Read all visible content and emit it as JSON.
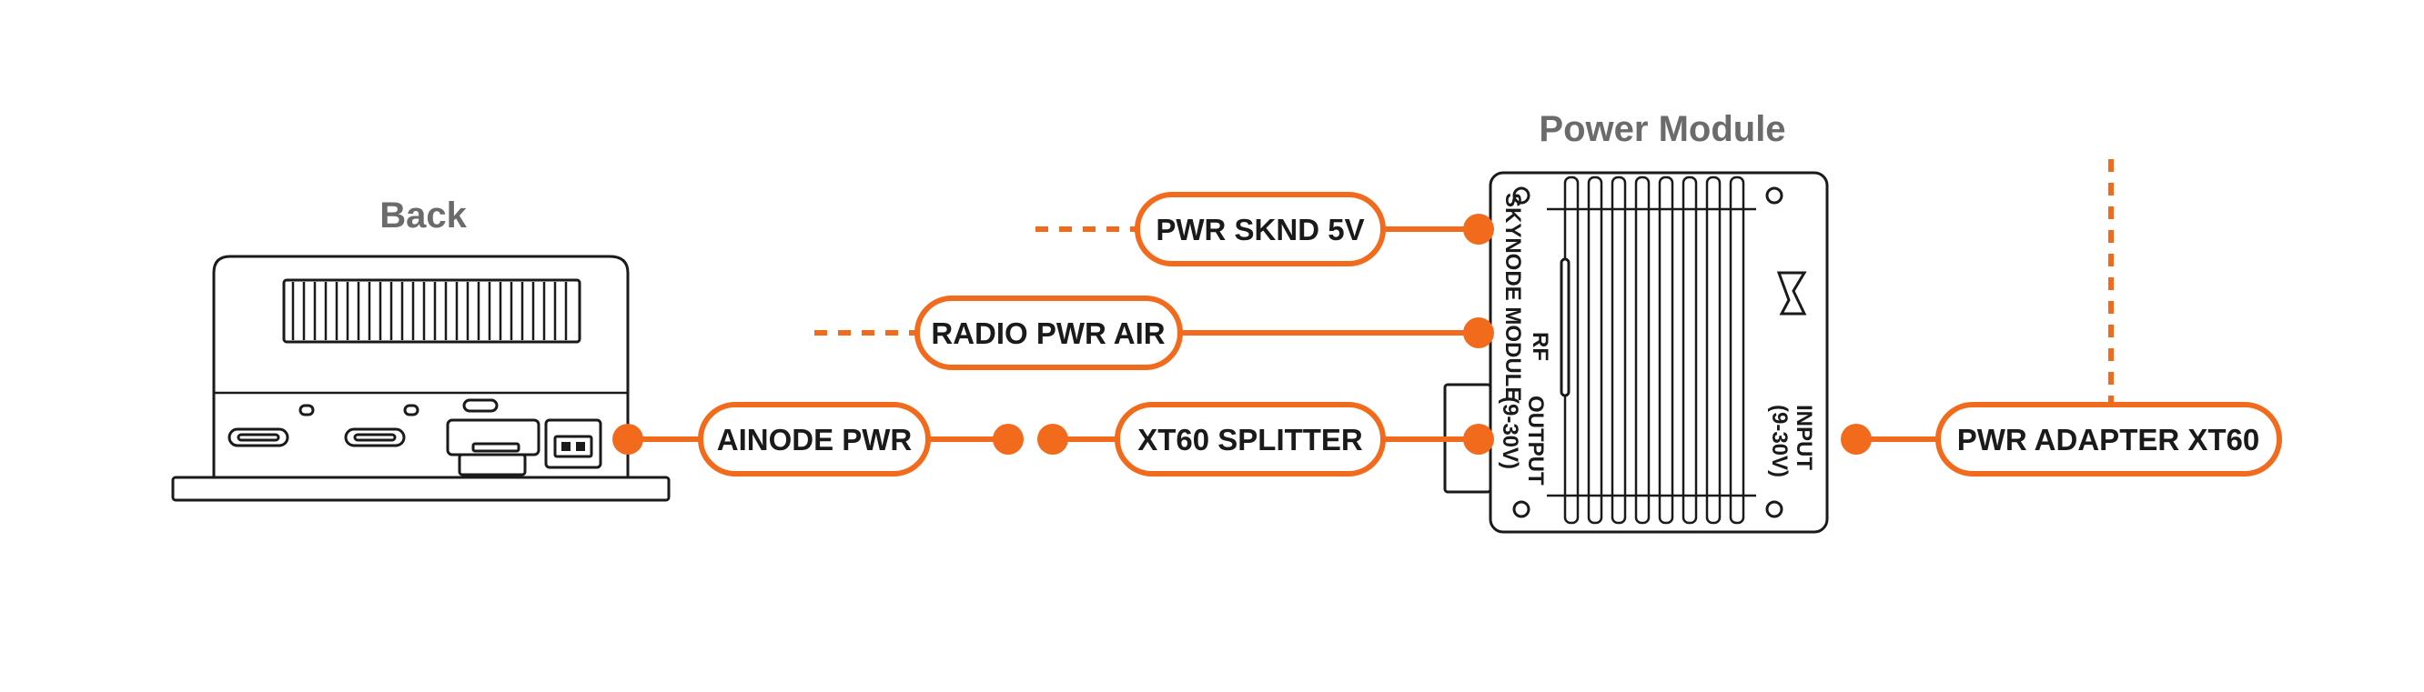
{
  "titles": {
    "back": "Back",
    "power_module": "Power Module"
  },
  "connectors": {
    "pwr_sknd_5v": "PWR SKND 5V",
    "radio_pwr_air": "RADIO PWR AIR",
    "ainode_pwr": "AINODE PWR",
    "xt60_splitter": "XT60 SPLITTER",
    "pwr_adapter_xt60": "PWR ADAPTER XT60"
  },
  "power_module_labels": {
    "skynode_module": "SKYNODE MODULE",
    "rf": "RF",
    "output": "OUTPUT",
    "output_range": "(9-30V)",
    "input": "INPUT",
    "input_range": "(9-30V)"
  },
  "colors": {
    "accent": "#f26b1d",
    "title_gray": "#6b6b6b",
    "line_black": "#1a1a1a"
  }
}
